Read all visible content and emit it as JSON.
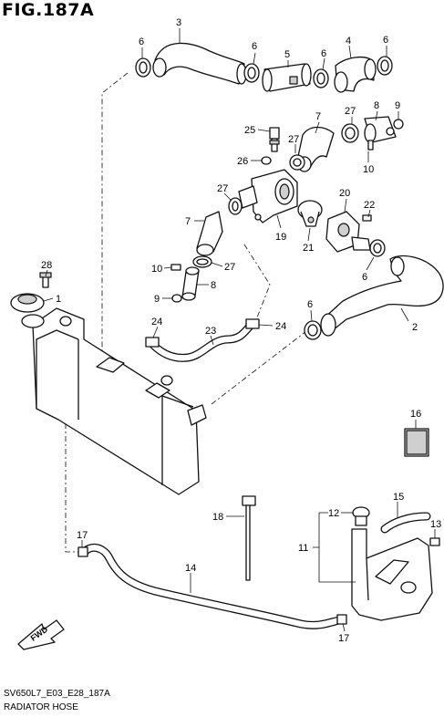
{
  "figure": {
    "title": "FIG.187A",
    "code": "SV650L7_E03_E28_187A",
    "name": "RADIATOR HOSE",
    "direction_label": "FWD"
  },
  "callouts": {
    "c1": "1",
    "c2": "2",
    "c3": "3",
    "c4": "4",
    "c5": "5",
    "c6a": "6",
    "c6b": "6",
    "c6c": "6",
    "c6d": "6",
    "c6e": "6",
    "c6f": "6",
    "c7a": "7",
    "c7b": "7",
    "c8a": "8",
    "c8b": "8",
    "c9a": "9",
    "c9b": "9",
    "c10a": "10",
    "c10b": "10",
    "c11": "11",
    "c12": "12",
    "c13": "13",
    "c14": "14",
    "c15": "15",
    "c16": "16",
    "c17a": "17",
    "c17b": "17",
    "c18": "18",
    "c19": "19",
    "c20": "20",
    "c21": "21",
    "c22": "22",
    "c23": "23",
    "c24a": "24",
    "c24b": "24",
    "c25": "25",
    "c26": "26",
    "c27a": "27",
    "c27b": "27",
    "c27c": "27",
    "c27d": "27",
    "c28": "28"
  },
  "icons": [
    "radiator",
    "radiator-cap",
    "hose",
    "hose-clamp",
    "thermostat",
    "thermostat-housing",
    "reservoir-tank",
    "bolt",
    "cable-tie",
    "pad",
    "direction-arrow"
  ]
}
